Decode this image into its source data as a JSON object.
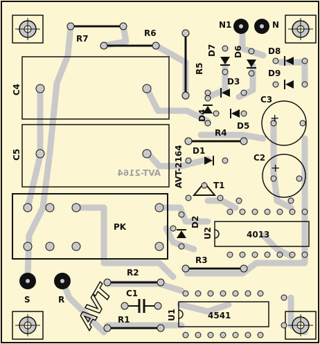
{
  "board_id": "AVT-2164",
  "board_id_mirrored": "AVT-2164",
  "relay_label": "PK",
  "ic_u1": "4541",
  "ic_u2": "4013",
  "logo_text": "AVT",
  "refs": {
    "R1": "R1",
    "R2": "R2",
    "R3": "R3",
    "R4": "R4",
    "R5": "R5",
    "R6": "R6",
    "R7": "R7",
    "C1": "C1",
    "C2": "C2",
    "C3": "C3",
    "C4": "C4",
    "C5": "C5",
    "D1": "D1",
    "D2": "D2",
    "D3": "D3",
    "D4": "D4",
    "D5": "D5",
    "D6": "D6",
    "D7": "D7",
    "D8": "D8",
    "D9": "D9",
    "T1": "T1",
    "U1": "U1",
    "U2": "U2",
    "N1": "N1",
    "N": "N",
    "S": "S",
    "R": "R"
  },
  "colors": {
    "background": "#fdf6d3",
    "copper": "#c9c9c9",
    "silkscreen": "#111111",
    "terminal": "#111111"
  }
}
